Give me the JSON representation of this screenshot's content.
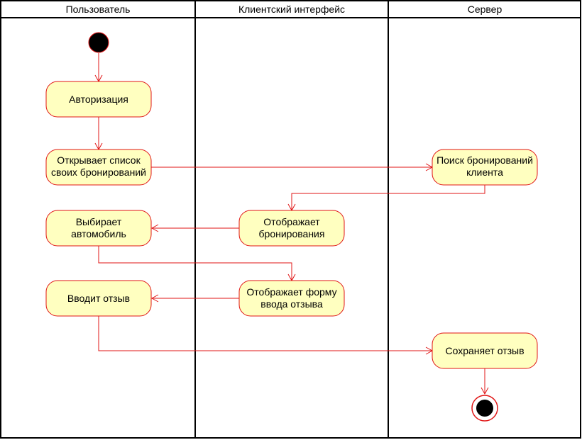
{
  "lanes": [
    {
      "title": "Пользователь"
    },
    {
      "title": "Клиентский интерфейс"
    },
    {
      "title": "Сервер"
    }
  ],
  "actions": {
    "auth": {
      "lines": [
        "Авторизация"
      ]
    },
    "open_list": {
      "lines": [
        "Открывает список",
        "своих бронирований"
      ]
    },
    "search": {
      "lines": [
        "Поиск бронирований",
        "клиента"
      ]
    },
    "show_bookings": {
      "lines": [
        "Отображает",
        "бронирования"
      ]
    },
    "choose_car": {
      "lines": [
        "Выбирает",
        "автомобиль"
      ]
    },
    "show_form": {
      "lines": [
        "Отображает форму",
        "ввода отзыва"
      ]
    },
    "enter_review": {
      "lines": [
        "Вводит отзыв"
      ]
    },
    "save_review": {
      "lines": [
        "Сохраняет отзыв"
      ]
    }
  },
  "colors": {
    "action_fill": "#ffffc0",
    "flow_stroke": "#e01515",
    "node_black": "#000000",
    "lane_border": "#000000"
  }
}
